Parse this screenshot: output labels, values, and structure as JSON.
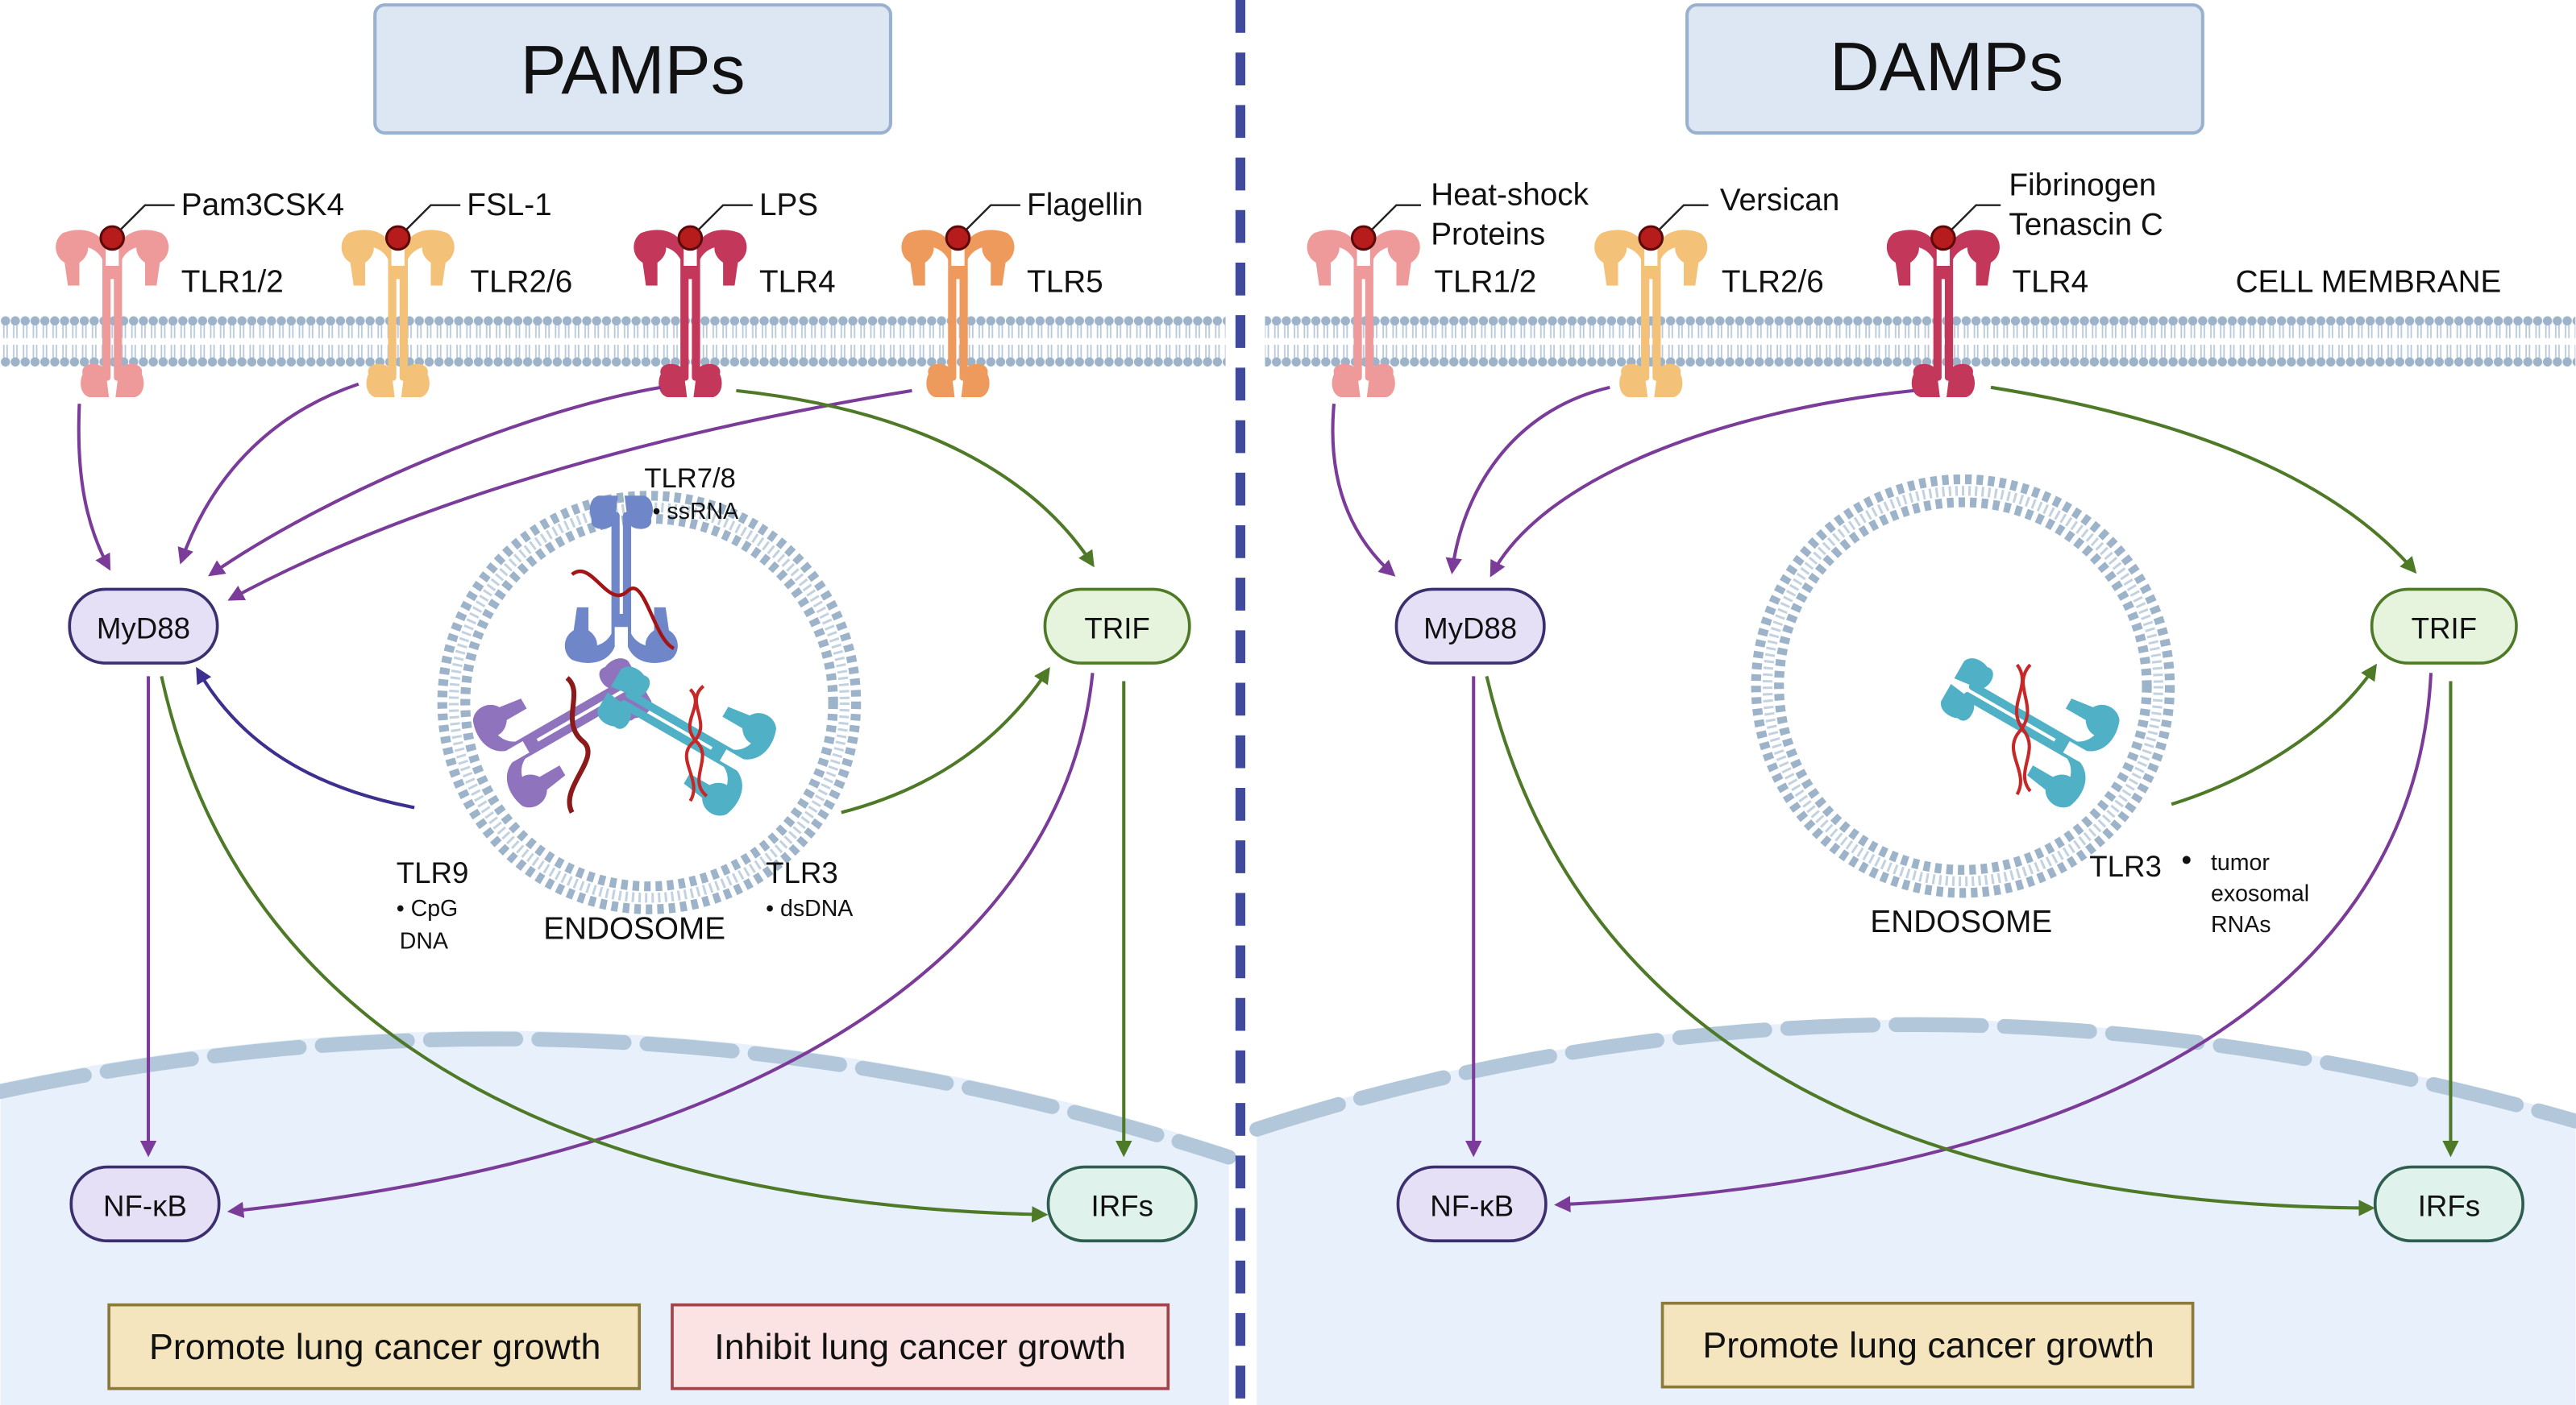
{
  "left_panel": {
    "title": "PAMPs",
    "ligands": [
      "Pam3CSK4",
      "FSL-1",
      "LPS",
      "Flagellin"
    ],
    "receptors": [
      "TLR1/2",
      "TLR2/6",
      "TLR4",
      "TLR5"
    ],
    "endosome_label": "ENDOSOME",
    "tlr78": {
      "name": "TLR7/8",
      "ligand": "• ssRNA"
    },
    "tlr9": {
      "name": "TLR9",
      "ligand_line1": "• CpG",
      "ligand_line2": "DNA"
    },
    "tlr3": {
      "name": "TLR3",
      "ligand": "• dsDNA"
    },
    "adaptors": {
      "myd88": "MyD88",
      "trif": "TRIF"
    },
    "factors": {
      "nfkb": "NF-κB",
      "irfs": "IRFs"
    },
    "outcomes": {
      "promote": "Promote lung cancer growth",
      "inhibit": "Inhibit lung cancer growth"
    }
  },
  "right_panel": {
    "title": "DAMPs",
    "ligands": [
      {
        "line1": "Heat-shock",
        "line2": "Proteins"
      },
      {
        "line1": "Versican",
        "line2": ""
      },
      {
        "line1": "Fibrinogen",
        "line2": "Tenascin C"
      }
    ],
    "receptors": [
      "TLR1/2",
      "TLR2/6",
      "TLR4"
    ],
    "membrane_label": "CELL MEMBRANE",
    "endosome_label": "ENDOSOME",
    "tlr3": {
      "name": "TLR3",
      "bullet": "•",
      "ligand_lines": [
        "tumor",
        "exosomal",
        "RNAs"
      ]
    },
    "adaptors": {
      "myd88": "MyD88",
      "trif": "TRIF"
    },
    "factors": {
      "nfkb": "NF-κB",
      "irfs": "IRFs"
    },
    "outcomes": {
      "promote": "Promote lung cancer growth"
    }
  },
  "colors": {
    "tlr12": "#ef9a9a",
    "tlr26": "#f3c178",
    "tlr4": "#c2375a",
    "tlr5": "#ee9a5c",
    "tlr78": "#6f86c9",
    "tlr9": "#8f74bd",
    "tlr3": "#4fb0c6",
    "ligand": "#b71c1c",
    "myd88_path": "#7b3b98",
    "trif_path": "#4e7a28",
    "membrane": "#9cb3c9",
    "nucleus": "#e8f1fb",
    "title_box": "#dde7f4",
    "divider": "#3f4a9e"
  },
  "icons": [
    "ligand-dot",
    "receptor-glyph",
    "endosome-bilayer",
    "dna-strand",
    "arrow"
  ]
}
